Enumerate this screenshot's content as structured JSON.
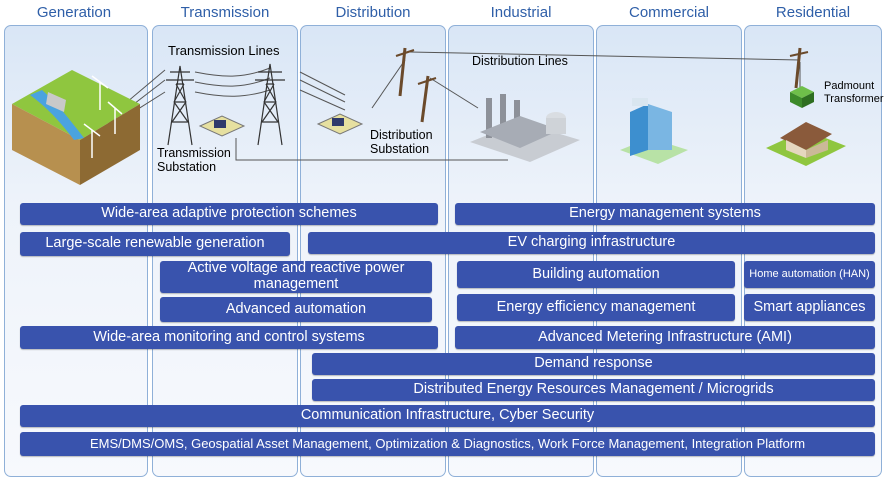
{
  "columns": [
    "Generation",
    "Transmission",
    "Distribution",
    "Industrial",
    "Commercial",
    "Residential"
  ],
  "labels": {
    "transmission_lines": "Transmission Lines",
    "transmission_substation": "Transmission\nSubstation",
    "distribution_lines": "Distribution Lines",
    "distribution_substation": "Distribution\nSubstation",
    "padmount_transformer": "Padmount\nTransformer"
  },
  "bars": {
    "wide_area_protection": "Wide-area adaptive protection schemes",
    "energy_management": "Energy management systems",
    "renewable_generation": "Large-scale renewable generation",
    "ev_charging": "EV charging infrastructure",
    "active_voltage": "Active voltage and reactive power management",
    "building_automation": "Building automation",
    "home_automation": "Home automation (HAN)",
    "advanced_automation": "Advanced automation",
    "energy_efficiency": "Energy efficiency  management",
    "smart_appliances": "Smart appliances",
    "wide_area_monitoring": "Wide-area monitoring and control systems",
    "ami": "Advanced Metering Infrastructure (AMI)",
    "demand_response": "Demand response",
    "derms": "Distributed Energy Resources Management / Microgrids",
    "communication": "Communication Infrastructure, Cyber Security",
    "ems_dms": "EMS/DMS/OMS, Geospatial Asset Management, Optimization & Diagnostics, Work Force Management, Integration Platform"
  },
  "colors": {
    "bar": "#3953ad",
    "column_border": "#8fb0d8",
    "header_text": "#2f5fa8"
  }
}
